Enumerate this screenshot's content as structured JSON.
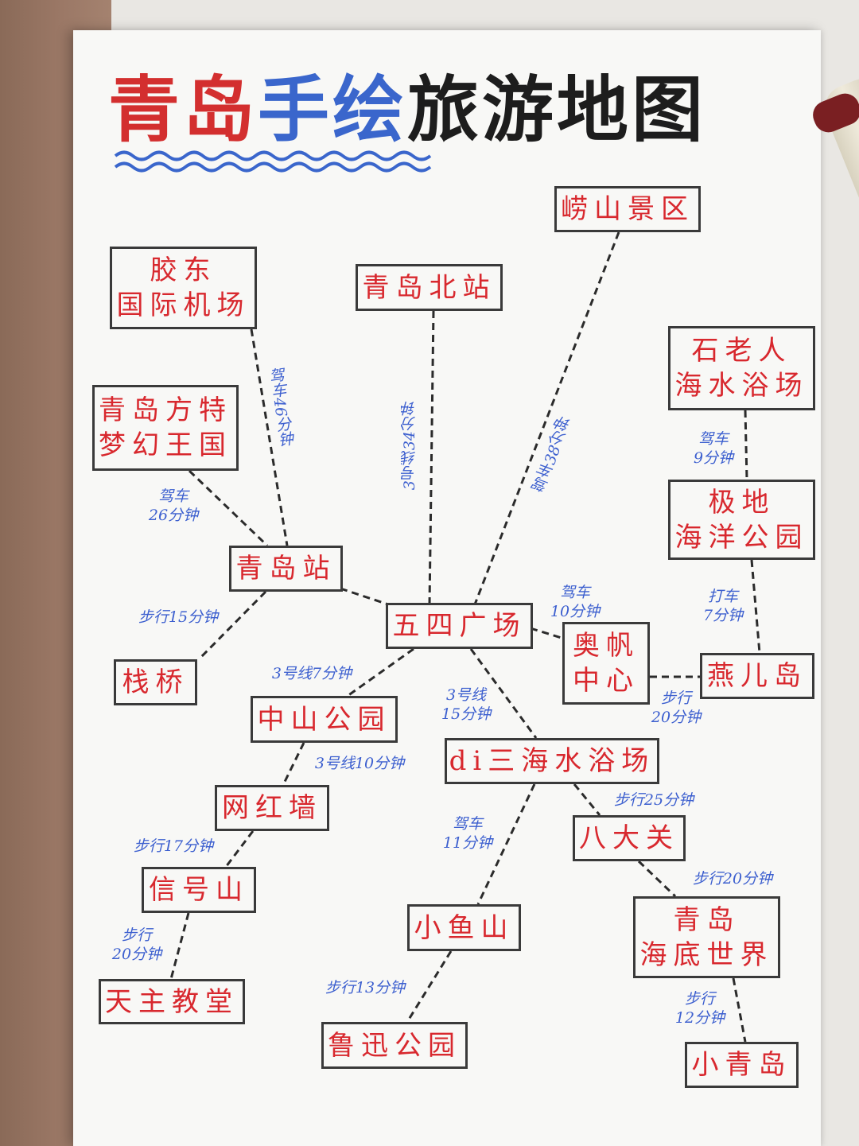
{
  "title": {
    "part1": "青岛",
    "part2": "手绘",
    "part3": "旅游地图"
  },
  "colors": {
    "title_red": "#d32f2f",
    "title_blue": "#3a66cc",
    "node_text": "#d8282e",
    "label_blue": "#3c5fcf"
  },
  "nodes": {
    "laoshan": "崂山景区",
    "airport": "胶东\n国际机场",
    "north_station": "青岛北站",
    "shilaoren": "石老人\n海水浴场",
    "fantawild": "青岛方特\n梦幻王国",
    "polar": "极地\n海洋公园",
    "station": "青岛站",
    "wusi": "五四广场",
    "olympic": "奥帆\n中心",
    "yaner": "燕儿岛",
    "zhanqiao": "栈桥",
    "zhongshan": "中山公园",
    "beach3": "di三海水浴场",
    "wanghong": "网红墙",
    "badaguan": "八大关",
    "xinhao": "信号山",
    "aquarium": "青岛\n海底世界",
    "xiaoyu": "小鱼山",
    "cathedral": "天主教堂",
    "luxun": "鲁迅公园",
    "xiaoqingdao": "小青岛"
  },
  "labels": {
    "airport_station": "驾车46分钟",
    "north_wusi": "3号线34分钟",
    "laoshan_wusi": "驾车38分钟",
    "shilaoren_polar": "驾车\n9分钟",
    "fantawild_station": "驾车\n26分钟",
    "polar_yaner": "打车\n7分钟",
    "wusi_olympic": "驾车\n10分钟",
    "station_zhanqiao": "步行15分钟",
    "wusi_zhongshan": "3号线7分钟",
    "wusi_beach3": "3号线\n15分钟",
    "olympic_yaner": "步行\n20分钟",
    "zhongshan_wanghong": "3号线10分钟",
    "beach3_badaguan": "步行25分钟",
    "beach3_xiaoyu": "驾车\n11分钟",
    "wanghong_xinhao": "步行17分钟",
    "badaguan_aquarium": "步行20分钟",
    "xinhao_cathedral": "步行\n20分钟",
    "xiaoyu_luxun": "步行13分钟",
    "aquarium_xiaoqingdao": "步行\n12分钟"
  }
}
